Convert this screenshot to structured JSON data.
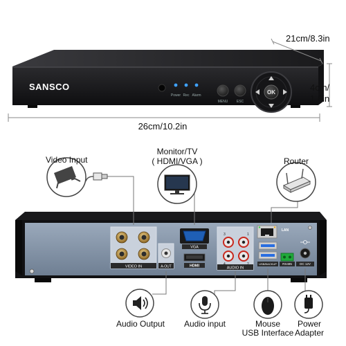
{
  "front_panel": {
    "brand": "SANSCO",
    "led_labels": [
      "Power",
      "Rec",
      "Alarm"
    ],
    "button_labels": [
      "MENU",
      "ESC"
    ],
    "dpad_center": "OK"
  },
  "dimensions": {
    "depth": "21cm/8.3in",
    "height_line1": "4cm/",
    "height_line2": "1.6in",
    "width": "26cm/10.2in"
  },
  "callouts_top": {
    "video_input": "Video Input",
    "monitor_line1": "Monitor/TV",
    "monitor_line2": "( HDMI/VGA )",
    "router": "Router"
  },
  "rear_panel": {
    "video_in": "VIDEO IN",
    "a_out": "A-OUT",
    "vga": "VGA",
    "hdmi": "HDMI",
    "audio_in": "AUDIO IN",
    "lan": "LAN",
    "usb": "USB/BACKUP",
    "rs485": "RS485",
    "dc12v": "DC 12V",
    "channel_numbers": [
      "3",
      "1",
      "4",
      "2"
    ]
  },
  "callouts_bottom": {
    "audio_output": "Audio Output",
    "audio_input": "Audio input",
    "mouse_line1": "Mouse",
    "mouse_line2": "USB Interface",
    "power_line1": "Power",
    "power_line2": "Adapter"
  },
  "colors": {
    "device_body": "#1c1c1e",
    "rear_plate": "#7f8fa3",
    "led_blue": "#3fa2ff",
    "bnc_gold": "#b88a38",
    "vga_blue": "#1f5fb5",
    "usb_blue": "#2a6ee0",
    "terminal_green": "#1faa3a",
    "callout_line": "#777777"
  }
}
